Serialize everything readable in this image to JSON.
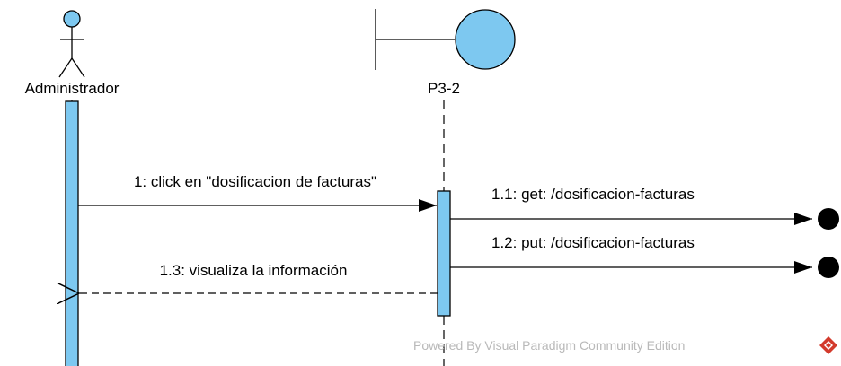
{
  "diagram": {
    "type": "sequence-diagram",
    "lifelines": {
      "actor": {
        "name": "Administrador",
        "kind": "actor"
      },
      "boundary": {
        "name": "P3-2",
        "kind": "boundary"
      }
    },
    "messages": [
      {
        "label": "1: click en \"dosificacion de facturas\"",
        "kind": "synchronous",
        "from": "Administrador",
        "to": "P3-2"
      },
      {
        "label": "1.1: get: /dosificacion-facturas",
        "kind": "lost",
        "from": "P3-2"
      },
      {
        "label": "1.2: put: /dosificacion-facturas",
        "kind": "lost",
        "from": "P3-2"
      },
      {
        "label": "1.3: visualiza la información",
        "kind": "return",
        "from": "P3-2",
        "to": "Administrador"
      }
    ],
    "colors": {
      "fill": "#7dc8f0",
      "stroke": "#000000",
      "watermark_text": "#b9b9b9",
      "logo_red": "#d33a2c"
    }
  },
  "watermark": {
    "text": "Powered By  Visual Paradigm Community Edition"
  }
}
